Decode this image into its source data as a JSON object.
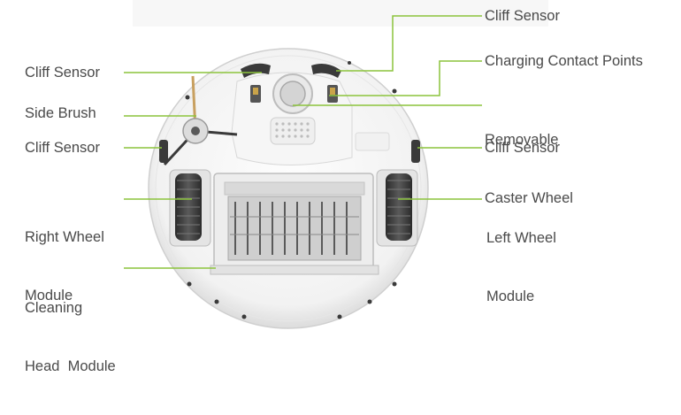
{
  "diagram": {
    "leader_color": "#8cc43c",
    "labels": {
      "cliff_top_right": "Cliff Sensor",
      "cliff_top_left": "Cliff Sensor",
      "charging": "Charging Contact Points",
      "caster_line1": "Removable",
      "caster_line2": "Caster Wheel",
      "side_brush": "Side Brush",
      "cliff_mid_left": "Cliff Sensor",
      "cliff_mid_right": "Cliff Sensor",
      "right_wheel_line1": "Right Wheel",
      "right_wheel_line2": "Module",
      "left_wheel_line1": "Left Wheel",
      "left_wheel_line2": "Module",
      "cleaning_line1": "Cleaning",
      "cleaning_line2": "Head  Module"
    }
  }
}
